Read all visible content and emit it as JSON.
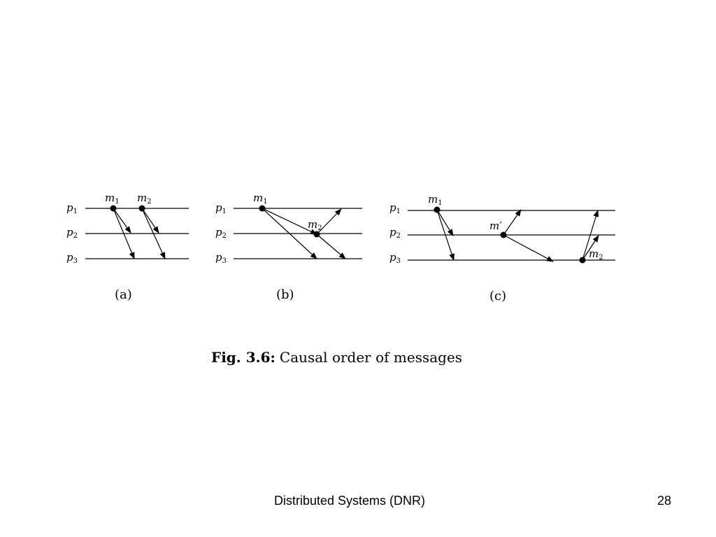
{
  "figure": {
    "caption_label": "Fig. 3.6:",
    "caption_text": "Causal order of messages",
    "panels": [
      {
        "label": "(a)",
        "processes": [
          "p",
          "p",
          "p"
        ],
        "process_subscripts": [
          "1",
          "2",
          "3"
        ],
        "messages": [
          {
            "name": "m",
            "subscript": "1"
          },
          {
            "name": "m",
            "subscript": "2"
          }
        ]
      },
      {
        "label": "(b)",
        "processes": [
          "p",
          "p",
          "p"
        ],
        "process_subscripts": [
          "1",
          "2",
          "3"
        ],
        "messages": [
          {
            "name": "m",
            "subscript": "1"
          },
          {
            "name": "m",
            "subscript": "2"
          }
        ]
      },
      {
        "label": "(c)",
        "processes": [
          "p",
          "p",
          "p"
        ],
        "process_subscripts": [
          "1",
          "2",
          "3"
        ],
        "messages": [
          {
            "name": "m",
            "subscript": "1"
          },
          {
            "name": "m′",
            "subscript": ""
          },
          {
            "name": "m",
            "subscript": "2"
          }
        ]
      }
    ]
  },
  "footer": {
    "title": "Distributed Systems (DNR)",
    "page_number": "28"
  },
  "colors": {
    "ink": "#000000",
    "background": "#ffffff"
  }
}
